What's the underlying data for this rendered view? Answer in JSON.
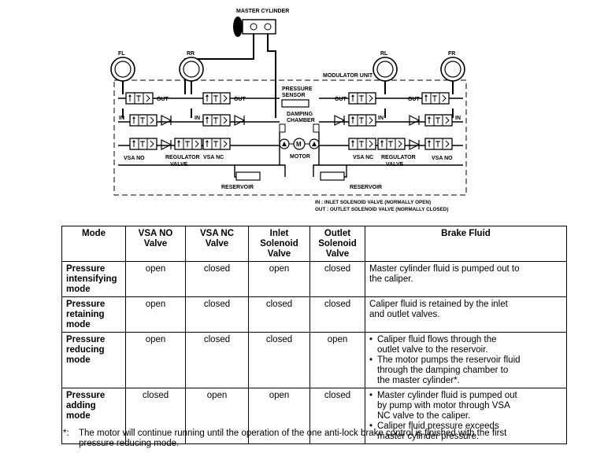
{
  "diagram": {
    "master_cylinder": "MASTER CYLINDER",
    "modulator_unit": "MODULATOR UNIT",
    "wheels": {
      "fl": "FL",
      "rr": "RR",
      "rl": "RL",
      "fr": "FR"
    },
    "out": "OUT",
    "in": "IN",
    "pressure_sensor": [
      "PRESSURE",
      "SENSOR"
    ],
    "damping_chamber": [
      "DAMPING",
      "CHAMBER"
    ],
    "motor": "MOTOR",
    "motor_symbol": "M",
    "vsa_no": "VSA NO",
    "vsa_nc": "VSA NC",
    "regulator_valve": [
      "REGULATOR",
      "VALVE"
    ],
    "reservoir": "RESERVOIR",
    "legend": [
      "IN : INLET SOLENOID VALVE (NORMALLY OPEN)",
      "OUT : OUTLET SOLENOID VALVE (NORMALLY CLOSED)"
    ]
  },
  "table": {
    "headers": {
      "mode": "Mode",
      "vsa_no": [
        "VSA NO",
        "Valve"
      ],
      "vsa_nc": [
        "VSA NC",
        "Valve"
      ],
      "inlet": [
        "Inlet",
        "Solenoid",
        "Valve"
      ],
      "outlet": [
        "Outlet",
        "Solenoid",
        "Valve"
      ],
      "fluid": "Brake Fluid"
    },
    "rows": [
      {
        "mode": [
          "Pressure",
          "intensifying",
          "mode"
        ],
        "vsa_no": "open",
        "vsa_nc": "closed",
        "inlet": "open",
        "outlet": "closed",
        "fluid": [
          "Master cylinder fluid is pumped out to",
          "the caliper."
        ]
      },
      {
        "mode": [
          "Pressure",
          "retaining",
          "mode"
        ],
        "vsa_no": "open",
        "vsa_nc": "closed",
        "inlet": "closed",
        "outlet": "closed",
        "fluid": [
          "Caliper fluid is retained by the inlet",
          "and outlet valves."
        ]
      },
      {
        "mode": [
          "Pressure",
          "reducing",
          "mode"
        ],
        "vsa_no": "open",
        "vsa_nc": "closed",
        "inlet": "closed",
        "outlet": "open",
        "fluid_bullets": [
          [
            "Caliper fluid flows through the",
            "outlet valve to the reservoir."
          ],
          [
            "The motor pumps the reservoir fluid",
            "through the damping chamber to",
            "the master cylinder*."
          ]
        ]
      },
      {
        "mode": [
          "Pressure",
          "adding",
          "mode"
        ],
        "vsa_no": "closed",
        "vsa_nc": "open",
        "inlet": "open",
        "outlet": "closed",
        "fluid_bullets": [
          [
            "Master cylinder fluid is pumped out",
            "by pump with motor through VSA",
            "NC valve to the caliper."
          ],
          [
            "Caliper fluid pressure exceeds",
            "master cylinder pressure."
          ]
        ]
      }
    ]
  },
  "footnote": {
    "mark": "*:",
    "lines": [
      "The motor will continue running until the operation of the one anti-lock brake control is finished with the first",
      "pressure reducing mode."
    ]
  }
}
